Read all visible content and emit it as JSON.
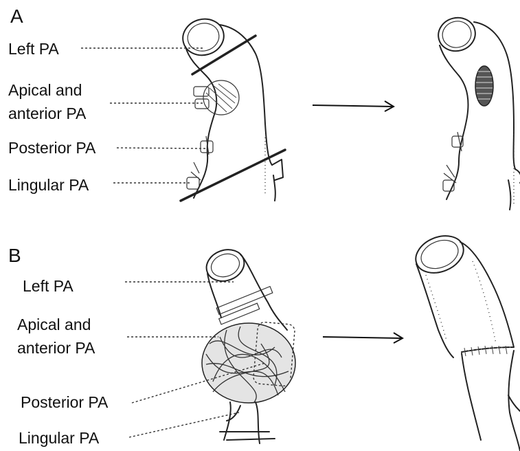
{
  "panels": {
    "a": {
      "letter": "A",
      "labels": {
        "left_pa": "Left PA",
        "apical_line1": "Apical and",
        "apical_line2": "anterior PA",
        "posterior": "Posterior PA",
        "lingular": "Lingular PA"
      }
    },
    "b": {
      "letter": "B",
      "labels": {
        "left_pa": "Left PA",
        "apical_line1": "Apical and",
        "apical_line2": "anterior PA",
        "posterior": "Posterior PA",
        "lingular": "Lingular PA"
      }
    }
  }
}
